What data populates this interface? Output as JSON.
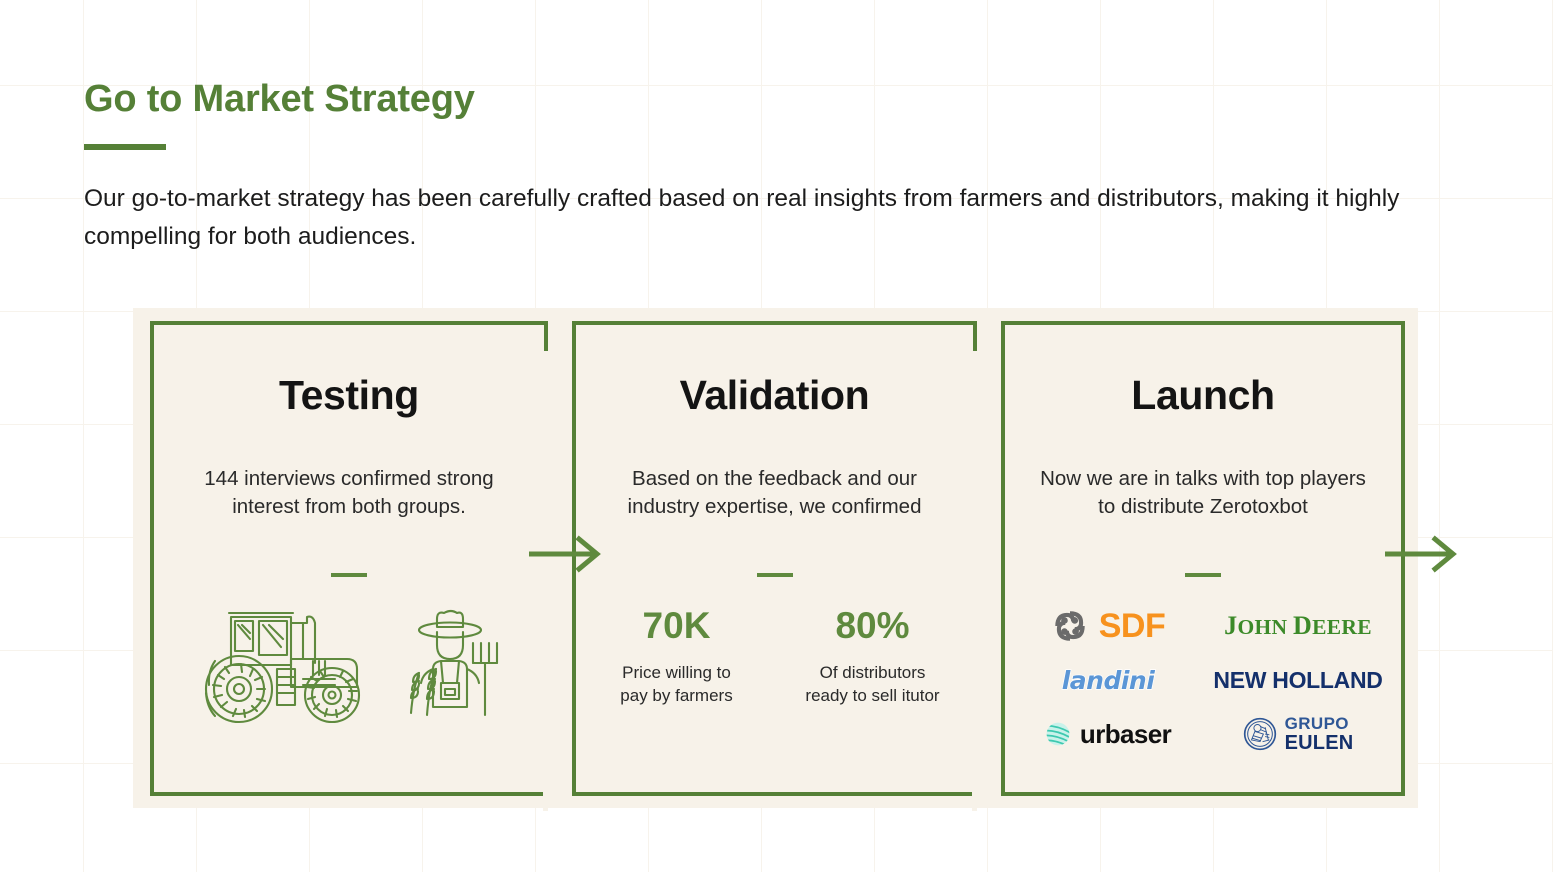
{
  "header": {
    "title": "Go to Market Strategy",
    "subtitle": "Our go-to-market strategy has been carefully crafted based on real insights from farmers and distributors, making it highly compelling for both audiences."
  },
  "colors": {
    "brand_green": "#558037",
    "accent_green": "#5f8a3e",
    "panel_bg": "#f7f2e9",
    "page_bg": "#ffffff",
    "grid_line": "#f7f3ec",
    "text_dark": "#141414",
    "sdf_orange": "#f7921e",
    "sdf_gray": "#6b6b6b",
    "john_deere_green": "#3c8a29",
    "landini_blue": "#5b96d6",
    "new_holland_navy": "#14306b",
    "urbaser_teal": "#5fd9c4",
    "eulen_navy": "#14306b"
  },
  "stages": [
    {
      "id": "testing",
      "title": "Testing",
      "description": "144 interviews confirmed strong interest from both groups.",
      "artwork": [
        "tractor-illustration",
        "farmer-illustration"
      ]
    },
    {
      "id": "validation",
      "title": "Validation",
      "description": "Based on the feedback and our industry expertise, we confirmed",
      "stats": [
        {
          "value": "70K",
          "label": "Price willing to pay by farmers"
        },
        {
          "value": "80%",
          "label": "Of distributors ready to sell itutor"
        }
      ]
    },
    {
      "id": "launch",
      "title": "Launch",
      "description": "Now we are in talks with top players to distribute Zerotoxbot",
      "logos": [
        {
          "name": "SDF",
          "text": "SDF"
        },
        {
          "name": "John Deere",
          "text": "JOHN DEERE"
        },
        {
          "name": "landini",
          "text": "landini"
        },
        {
          "name": "New Holland",
          "text": "NEW HOLLAND"
        },
        {
          "name": "urbaser",
          "text": "urbaser"
        },
        {
          "name": "Grupo Eulen",
          "text_top": "GRUPO",
          "text_bottom": "EULEN"
        }
      ]
    }
  ],
  "connectors": [
    {
      "name": "arrow-testing-to-validation",
      "icon": "arrow-right-icon"
    },
    {
      "name": "arrow-validation-to-launch",
      "icon": "arrow-right-icon"
    }
  ]
}
